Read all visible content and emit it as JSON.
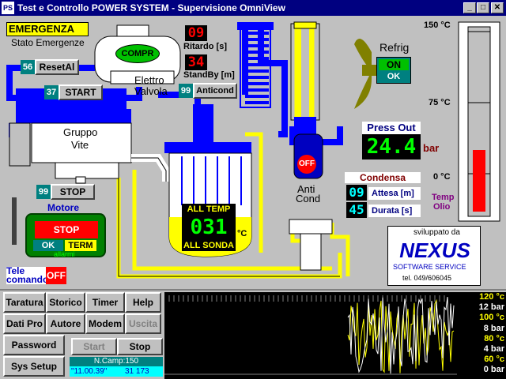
{
  "window": {
    "title": "Test e Controllo POWER SYSTEM  -  Supervisione OmniView",
    "icon_text": "PS"
  },
  "emergency": {
    "label": "EMERGENZA",
    "state_label": "Stato Emergenze"
  },
  "reset": {
    "number": "56",
    "label": "ResetAl"
  },
  "start": {
    "number": "37",
    "label": "START"
  },
  "compressor": {
    "label": "COMPR"
  },
  "elettrovalvola": {
    "line1": "Elettro",
    "line2": "Valvola"
  },
  "ritardo": {
    "value": "09",
    "label": "Ritardo [s]"
  },
  "standby": {
    "value": "34",
    "label": "StandBy [m]"
  },
  "anticond_btn": {
    "number": "99",
    "label": "Anticond"
  },
  "gruppo": {
    "line1": "Gruppo",
    "line2": "Vite"
  },
  "motor_stop": {
    "number": "99",
    "label": "STOP"
  },
  "motore": {
    "label": "Motore"
  },
  "motor_panel": {
    "status": "STOP",
    "ok": "OK",
    "term": "TERM",
    "alarm_label": "allarmi"
  },
  "telecomando": {
    "line1": "Tele",
    "line2": "comando",
    "state": "OFF"
  },
  "refrig": {
    "label": "Refrig",
    "state": "ON",
    "status": "OK"
  },
  "press_out": {
    "label": "Press Out",
    "value": "24.4",
    "unit": "bar"
  },
  "anticond": {
    "state": "OFF",
    "line1": "Anti",
    "line2": "Cond"
  },
  "condensa": {
    "label": "Condensa",
    "attesa_value": "09",
    "attesa_label": "Attesa [m]",
    "durata_value": "45",
    "durata_label": "Durata [s]"
  },
  "tank": {
    "all_temp": "ALL TEMP",
    "value": "031",
    "unit": "°C",
    "all_sonda": "ALL SONDA"
  },
  "thermometer": {
    "t150": "150 °C",
    "t75": "75 °C",
    "t0": "0 °C",
    "label1": "Temp",
    "label2": "Olio",
    "level": 0.24
  },
  "nexus": {
    "developed": "sviluppato da",
    "brand": "NEXUS",
    "service": "SOFTWARE SERVICE",
    "tel": "tel. 049/606045"
  },
  "menu": {
    "taratura": "Taratura",
    "storico": "Storico",
    "timer": "Timer",
    "help": "Help",
    "datipro": "Dati Pro",
    "autore": "Autore",
    "modem": "Modem",
    "uscita": "Uscita",
    "password": "Password",
    "syssetup": "Sys Setup"
  },
  "acq": {
    "start": "Start",
    "stop": "Stop",
    "ncamp": "N.Camp:150",
    "time": "\"11.00.39\"",
    "counter": "31 173"
  },
  "trend": {
    "labels": [
      {
        "text": "120 °c",
        "color": "#ffff00"
      },
      {
        "text": "12 bar",
        "color": "#ffffff"
      },
      {
        "text": "100 °c",
        "color": "#ffff00"
      },
      {
        "text": "8 bar",
        "color": "#ffffff"
      },
      {
        "text": "80 °c",
        "color": "#ffff00"
      },
      {
        "text": "4 bar",
        "color": "#ffffff"
      },
      {
        "text": "60 °c",
        "color": "#ffff00"
      },
      {
        "text": "0 bar",
        "color": "#ffffff"
      }
    ]
  },
  "colors": {
    "pipe_blue": "#0000ff",
    "pipe_yellow": "#ffff00",
    "oil_blue": "#0000c0",
    "teal": "#008080",
    "green": "#00c000",
    "red": "#ff0000"
  }
}
